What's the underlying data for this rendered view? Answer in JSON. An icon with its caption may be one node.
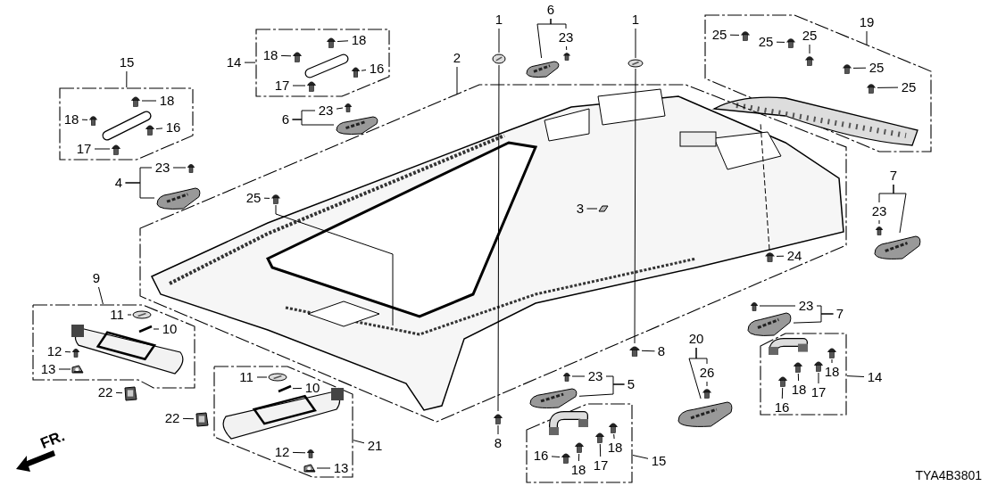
{
  "diagram": {
    "nodes": [
      {
        "text": [
          "15"
        ]
      },
      {
        "text": [],
        "shape": "box"
      },
      {
        "text": [],
        "shape": "picture",
        "in": 1
      },
      {
        "text": [
          "18"
        ],
        "in": 1
      },
      {
        "text": [],
        "shape": "picture",
        "in": 1
      },
      {
        "text": [
          "18"
        ],
        "in": 1
      },
      {
        "text": [],
        "shape": "picture",
        "in": 1
      },
      {
        "text": [
          "16"
        ],
        "in": 1
      },
      {
        "text": [],
        "shape": "picture",
        "in": 1
      },
      {
        "text": [
          "17"
        ],
        "in": 1
      },
      {
        "text": [],
        "shape": "picture",
        "in": 1
      },
      {
        "text": [
          "14"
        ]
      },
      {
        "text": [],
        "shape": "box"
      },
      {
        "text": [],
        "shape": "picture",
        "in": 12
      },
      {
        "text": [
          "18"
        ],
        "in": 12
      },
      {
        "text": [],
        "shape": "picture",
        "in": 12
      },
      {
        "text": [
          "18"
        ],
        "in": 12
      },
      {
        "text": [],
        "shape": "picture",
        "in": 12
      },
      {
        "text": [
          "16"
        ],
        "in": 12
      },
      {
        "text": [],
        "shape": "picture",
        "in": 12
      },
      {
        "text": [
          "17"
        ],
        "in": 12
      },
      {
        "text": [],
        "shape": "picture",
        "in": 12
      },
      {
        "text": [
          "6"
        ]
      },
      {
        "text": [
          "23"
        ]
      },
      {
        "text": [],
        "shape": "picture"
      },
      {
        "text": [],
        "shape": "picture"
      },
      {
        "text": [
          "1"
        ]
      },
      {
        "text": [],
        "shape": "circle"
      },
      {
        "text": [
          "6"
        ]
      },
      {
        "text": [
          "23"
        ]
      },
      {
        "text": [],
        "shape": "picture"
      },
      {
        "text": [],
        "shape": "picture"
      },
      {
        "text": [
          "1"
        ]
      },
      {
        "text": [],
        "shape": "circle"
      },
      {
        "text": [
          "19"
        ]
      },
      {
        "text": [],
        "shape": "box"
      },
      {
        "text": [],
        "shape": "picture",
        "in": 35
      },
      {
        "text": [
          "25"
        ],
        "in": 35
      },
      {
        "text": [],
        "shape": "picture",
        "in": 35
      },
      {
        "text": [
          "25"
        ],
        "in": 35
      },
      {
        "text": [],
        "shape": "picture",
        "in": 35
      },
      {
        "text": [
          "25"
        ],
        "in": 35
      },
      {
        "text": [],
        "shape": "picture",
        "in": 35
      },
      {
        "text": [
          "25"
        ],
        "in": 35
      },
      {
        "text": [],
        "shape": "picture",
        "in": 35
      },
      {
        "text": [
          "25"
        ],
        "in": 35
      },
      {
        "text": [],
        "shape": "picture",
        "in": 35
      },
      {
        "text": [
          "2"
        ]
      },
      {
        "text": [],
        "shape": "box"
      },
      {
        "text": [],
        "shape": "picture",
        "in": 48
      },
      {
        "text": [
          "25"
        ],
        "in": 48
      },
      {
        "text": [],
        "shape": "picture",
        "in": 48
      },
      {
        "text": [
          "3"
        ],
        "in": 49
      },
      {
        "text": [],
        "shape": "picture",
        "in": 49
      },
      {
        "text": [
          "24"
        ],
        "in": 48
      },
      {
        "text": [],
        "shape": "picture",
        "in": 48
      },
      {
        "text": [
          "4"
        ]
      },
      {
        "text": [
          "23"
        ]
      },
      {
        "text": [],
        "shape": "picture"
      },
      {
        "text": [],
        "shape": "picture"
      },
      {
        "text": [
          "7"
        ]
      },
      {
        "text": [
          "23"
        ]
      },
      {
        "text": [],
        "shape": "picture"
      },
      {
        "text": [],
        "shape": "picture"
      },
      {
        "text": [
          "9"
        ]
      },
      {
        "text": [],
        "shape": "box"
      },
      {
        "text": [],
        "shape": "picture",
        "in": 65
      },
      {
        "text": [
          "11"
        ],
        "in": 65
      },
      {
        "text": [],
        "shape": "circle",
        "in": 65
      },
      {
        "text": [
          "10"
        ],
        "in": 65
      },
      {
        "text": [],
        "shape": "picture",
        "in": 65
      },
      {
        "text": [
          "12"
        ],
        "in": 65
      },
      {
        "text": [],
        "shape": "picture",
        "in": 65
      },
      {
        "text": [
          "13"
        ],
        "in": 65
      },
      {
        "text": [],
        "shape": "picture",
        "in": 65
      },
      {
        "text": [
          "22"
        ]
      },
      {
        "text": [],
        "shape": "picture"
      },
      {
        "text": [
          "7"
        ]
      },
      {
        "text": [
          "23"
        ]
      },
      {
        "text": [],
        "shape": "picture"
      },
      {
        "text": [],
        "shape": "picture"
      },
      {
        "text": [
          "8"
        ]
      },
      {
        "text": [],
        "shape": "picture"
      },
      {
        "text": [
          "20"
        ]
      },
      {
        "text": [
          "26"
        ]
      },
      {
        "text": [],
        "shape": "picture"
      },
      {
        "text": [],
        "shape": "picture"
      },
      {
        "text": [
          "14"
        ]
      },
      {
        "text": [],
        "shape": "box"
      },
      {
        "text": [],
        "shape": "picture",
        "in": 88
      },
      {
        "text": [
          "16"
        ],
        "in": 88
      },
      {
        "text": [],
        "shape": "picture",
        "in": 88
      },
      {
        "text": [
          "18"
        ],
        "in": 88
      },
      {
        "text": [],
        "shape": "picture",
        "in": 88
      },
      {
        "text": [
          "17"
        ],
        "in": 88
      },
      {
        "text": [],
        "shape": "picture",
        "in": 88
      },
      {
        "text": [
          "18"
        ],
        "in": 88
      },
      {
        "text": [],
        "shape": "picture",
        "in": 88
      },
      {
        "text": [
          "23"
        ]
      },
      {
        "text": [],
        "shape": "picture"
      },
      {
        "text": [
          "5"
        ]
      },
      {
        "text": [],
        "shape": "picture"
      },
      {
        "text": [
          "22"
        ]
      },
      {
        "text": [],
        "shape": "picture"
      },
      {
        "text": [
          "21"
        ]
      },
      {
        "text": [],
        "shape": "box"
      },
      {
        "text": [],
        "shape": "picture",
        "in": 105
      },
      {
        "text": [
          "11"
        ],
        "in": 105
      },
      {
        "text": [],
        "shape": "circle",
        "in": 105
      },
      {
        "text": [
          "10"
        ],
        "in": 105
      },
      {
        "text": [],
        "shape": "picture",
        "in": 105
      },
      {
        "text": [
          "12"
        ],
        "in": 105
      },
      {
        "text": [],
        "shape": "picture",
        "in": 105
      },
      {
        "text": [
          "13"
        ],
        "in": 105
      },
      {
        "text": [],
        "shape": "picture",
        "in": 105
      },
      {
        "text": [
          "8"
        ]
      },
      {
        "text": [],
        "shape": "picture"
      },
      {
        "text": [
          "15"
        ]
      },
      {
        "text": [],
        "shape": "box"
      },
      {
        "text": [],
        "shape": "picture",
        "in": 118
      },
      {
        "text": [
          "16"
        ],
        "in": 118
      },
      {
        "text": [],
        "shape": "picture",
        "in": 118
      },
      {
        "text": [
          "18"
        ],
        "in": 118
      },
      {
        "text": [],
        "shape": "picture",
        "in": 118
      },
      {
        "text": [
          "17"
        ],
        "in": 118
      },
      {
        "text": [],
        "shape": "picture",
        "in": 118
      },
      {
        "text": [
          "18"
        ],
        "in": 118
      },
      {
        "text": [],
        "shape": "picture",
        "in": 118
      }
    ],
    "edges": [
      {
        "from": 0,
        "to": 1,
        "arrow": "none"
      },
      {
        "from": 3,
        "to": 4,
        "arrow": "none"
      },
      {
        "from": 5,
        "to": 6,
        "arrow": "none"
      },
      {
        "from": 7,
        "to": 8,
        "arrow": "none"
      },
      {
        "from": 9,
        "to": 10,
        "arrow": "none"
      },
      {
        "from": 11,
        "to": 12,
        "arrow": "none"
      },
      {
        "from": 14,
        "to": 15,
        "arrow": "none"
      },
      {
        "from": 16,
        "to": 17,
        "arrow": "none"
      },
      {
        "from": 18,
        "to": 19,
        "arrow": "none"
      },
      {
        "from": 20,
        "to": 21,
        "arrow": "none"
      },
      {
        "from": 22,
        "to": 23,
        "arrow": "none"
      },
      {
        "from": 22,
        "to": 25,
        "arrow": "none"
      },
      {
        "from": 23,
        "to": 24,
        "arrow": "none"
      },
      {
        "from": 26,
        "to": 27,
        "arrow": "none"
      },
      {
        "from": 27,
        "to": 116,
        "arrow": "none"
      },
      {
        "from": 28,
        "to": 29,
        "arrow": "none"
      },
      {
        "from": 28,
        "to": 31,
        "arrow": "none"
      },
      {
        "from": 29,
        "to": 30,
        "arrow": "none"
      },
      {
        "from": 32,
        "to": 33,
        "arrow": "none"
      },
      {
        "from": 33,
        "to": 82,
        "arrow": "none"
      },
      {
        "from": 34,
        "to": 35,
        "arrow": "none"
      },
      {
        "from": 37,
        "to": 38,
        "arrow": "none"
      },
      {
        "from": 39,
        "to": 40,
        "arrow": "none"
      },
      {
        "from": 41,
        "to": 42,
        "arrow": "none"
      },
      {
        "from": 43,
        "to": 44,
        "arrow": "none"
      },
      {
        "from": 45,
        "to": 46,
        "arrow": "none"
      },
      {
        "from": 47,
        "to": 48,
        "arrow": "none"
      },
      {
        "from": 50,
        "to": 51,
        "arrow": "none"
      },
      {
        "from": 51,
        "to": 49,
        "arrow": "none"
      },
      {
        "from": 52,
        "to": 53,
        "arrow": "none"
      },
      {
        "from": 54,
        "to": 55,
        "arrow": "none"
      },
      {
        "from": 55,
        "to": 49,
        "arrow": "none",
        "style": "dashed"
      },
      {
        "from": 56,
        "to": 57,
        "arrow": "none"
      },
      {
        "from": 56,
        "to": 59,
        "arrow": "none"
      },
      {
        "from": 57,
        "to": 58,
        "arrow": "none"
      },
      {
        "from": 60,
        "to": 61,
        "arrow": "none"
      },
      {
        "from": 60,
        "to": 63,
        "arrow": "none"
      },
      {
        "from": 61,
        "to": 62,
        "arrow": "none"
      },
      {
        "from": 64,
        "to": 65,
        "arrow": "none"
      },
      {
        "from": 67,
        "to": 68,
        "arrow": "none"
      },
      {
        "from": 69,
        "to": 70,
        "arrow": "none"
      },
      {
        "from": 71,
        "to": 72,
        "arrow": "none"
      },
      {
        "from": 73,
        "to": 74,
        "arrow": "none"
      },
      {
        "from": 75,
        "to": 76,
        "arrow": "none"
      },
      {
        "from": 77,
        "to": 78,
        "arrow": "none"
      },
      {
        "from": 77,
        "to": 80,
        "arrow": "none"
      },
      {
        "from": 78,
        "to": 79,
        "arrow": "none"
      },
      {
        "from": 81,
        "to": 82,
        "arrow": "none"
      },
      {
        "from": 83,
        "to": 86,
        "arrow": "none"
      },
      {
        "from": 83,
        "to": 84,
        "arrow": "none"
      },
      {
        "from": 84,
        "to": 85,
        "arrow": "none"
      },
      {
        "from": 87,
        "to": 88,
        "arrow": "none"
      },
      {
        "from": 90,
        "to": 91,
        "arrow": "none"
      },
      {
        "from": 92,
        "to": 93,
        "arrow": "none"
      },
      {
        "from": 94,
        "to": 95,
        "arrow": "none"
      },
      {
        "from": 96,
        "to": 97,
        "arrow": "none"
      },
      {
        "from": 98,
        "to": 99,
        "arrow": "none"
      },
      {
        "from": 100,
        "to": 98,
        "arrow": "none"
      },
      {
        "from": 100,
        "to": 101,
        "arrow": "none"
      },
      {
        "from": 102,
        "to": 103,
        "arrow": "none"
      },
      {
        "from": 104,
        "to": 105,
        "arrow": "none"
      },
      {
        "from": 107,
        "to": 108,
        "arrow": "none"
      },
      {
        "from": 109,
        "to": 110,
        "arrow": "none"
      },
      {
        "from": 111,
        "to": 112,
        "arrow": "none"
      },
      {
        "from": 113,
        "to": 114,
        "arrow": "none"
      },
      {
        "from": 115,
        "to": 116,
        "arrow": "none"
      },
      {
        "from": 117,
        "to": 118,
        "arrow": "none"
      },
      {
        "from": 120,
        "to": 121,
        "arrow": "none"
      },
      {
        "from": 122,
        "to": 123,
        "arrow": "none"
      },
      {
        "from": 124,
        "to": 125,
        "arrow": "none"
      },
      {
        "from": 126,
        "to": 127,
        "arrow": "none"
      }
    ],
    "labels": [
      "FR.",
      "TYA4B3801"
    ]
  }
}
